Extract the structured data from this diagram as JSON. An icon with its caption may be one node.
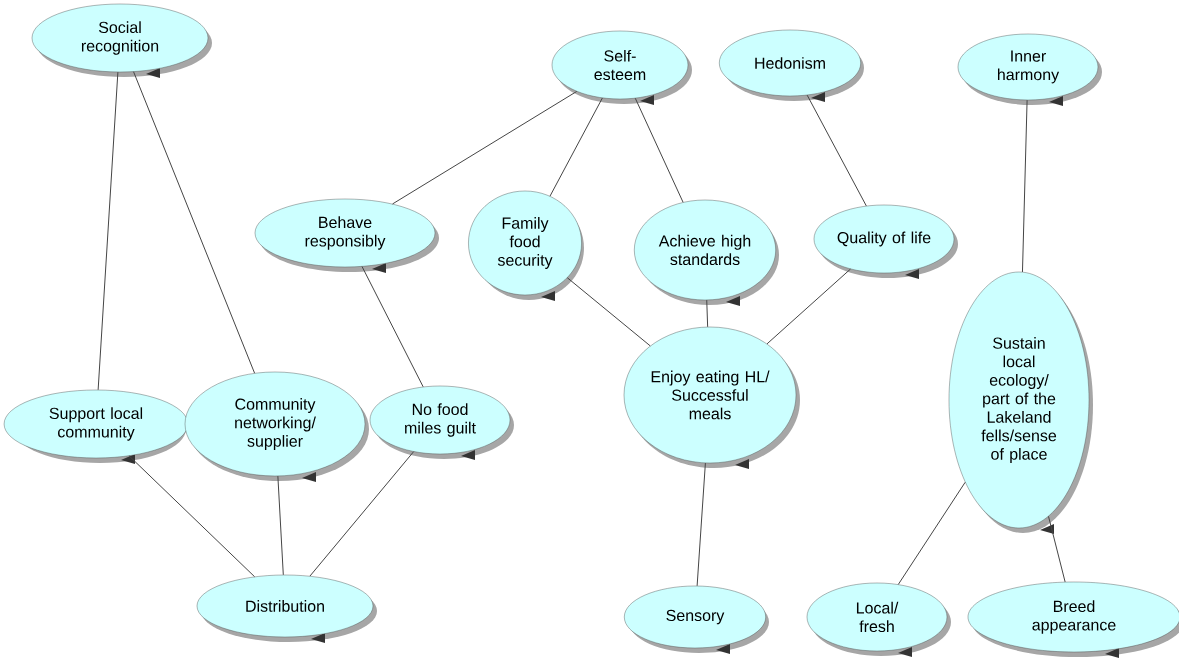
{
  "diagram": {
    "nodes": [
      {
        "text": [
          "Social recognition"
        ]
      },
      {
        "text": [
          "Self-esteem"
        ]
      },
      {
        "text": [
          "Hedonism"
        ]
      },
      {
        "text": [
          "Inner harmony"
        ]
      },
      {
        "text": [
          "Behave responsibly"
        ]
      },
      {
        "text": [
          "Family food security"
        ]
      },
      {
        "text": [
          "Achieve high standards"
        ]
      },
      {
        "text": [
          "Quality of life"
        ]
      },
      {
        "text": [
          "Sustain local ecology/ part of the Lakeland fells/sense of place"
        ]
      },
      {
        "text": [
          "Support local community"
        ]
      },
      {
        "text": [
          "Community networking/ supplier"
        ]
      },
      {
        "text": [
          "No food miles guilt"
        ]
      },
      {
        "text": [
          "Enjoy eating HL/ Successful meals"
        ]
      },
      {
        "text": [
          "Distribution"
        ]
      },
      {
        "text": [
          "Sensory"
        ]
      },
      {
        "text": [
          "Local/ fresh"
        ]
      },
      {
        "text": [
          "Breed appearance"
        ]
      }
    ],
    "edges": [
      {
        "from": 0,
        "to": 9,
        "arrow": "none"
      },
      {
        "from": 0,
        "to": 10,
        "arrow": "none"
      },
      {
        "from": 1,
        "to": 4,
        "arrow": "none"
      },
      {
        "from": 1,
        "to": 5,
        "arrow": "none"
      },
      {
        "from": 1,
        "to": 6,
        "arrow": "none"
      },
      {
        "from": 2,
        "to": 7,
        "arrow": "none"
      },
      {
        "from": 4,
        "to": 11,
        "arrow": "none"
      },
      {
        "from": 3,
        "to": 8,
        "arrow": "none"
      },
      {
        "from": 5,
        "to": 12,
        "arrow": "none"
      },
      {
        "from": 6,
        "to": 12,
        "arrow": "none"
      },
      {
        "from": 7,
        "to": 12,
        "arrow": "none"
      },
      {
        "from": 9,
        "to": 13,
        "arrow": "none"
      },
      {
        "from": 10,
        "to": 13,
        "arrow": "none"
      },
      {
        "from": 11,
        "to": 13,
        "arrow": "none"
      },
      {
        "from": 12,
        "to": 14,
        "arrow": "none"
      },
      {
        "from": 8,
        "to": 15,
        "arrow": "none"
      },
      {
        "from": 8,
        "to": 16,
        "arrow": "none"
      }
    ]
  }
}
